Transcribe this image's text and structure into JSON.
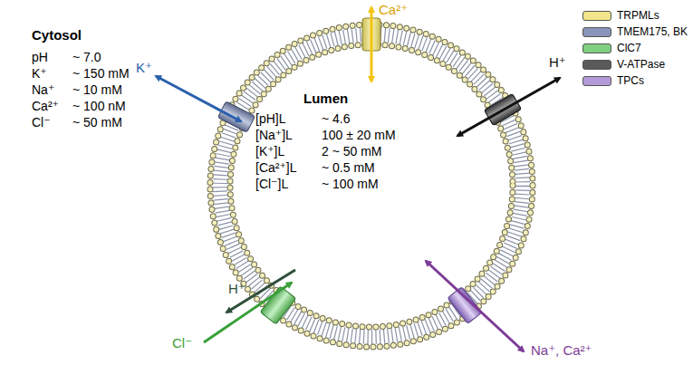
{
  "diagram": {
    "nodes": [
      {
        "text": [
          "Lumen",
          "[pH]L",
          "~ 4.6",
          "[Na⁺]L",
          "100 ± 20 mM",
          "[K⁺]L",
          "2 ~ 50 mM",
          "[Ca²⁺]L",
          "~ 0.5 mM",
          "[Cl⁻]L",
          "~ 100 mM"
        ]
      }
    ],
    "labels": [
      "Cytosol",
      "pH",
      "~ 7.0",
      "K⁺",
      "~ 150 mM",
      "Na⁺",
      "~ 10 mM",
      "Ca²⁺",
      "~ 100 nM",
      "Cl⁻",
      "~ 50 mM",
      "Ca²⁺",
      "K⁺",
      "H⁺",
      "H⁺",
      "Cl⁻",
      "Na⁺, Ca²⁺"
    ],
    "legend": [
      {
        "text": "TRPMLs",
        "color": "#f2e68a"
      },
      {
        "text": "TMEM175, BK",
        "color": "#8895b8"
      },
      {
        "text": "ClC7",
        "color": "#7fd07f"
      },
      {
        "text": "V-ATPase",
        "color": "#5a5a5a"
      },
      {
        "text": "TPCs",
        "color": "#b49ad8"
      }
    ]
  }
}
